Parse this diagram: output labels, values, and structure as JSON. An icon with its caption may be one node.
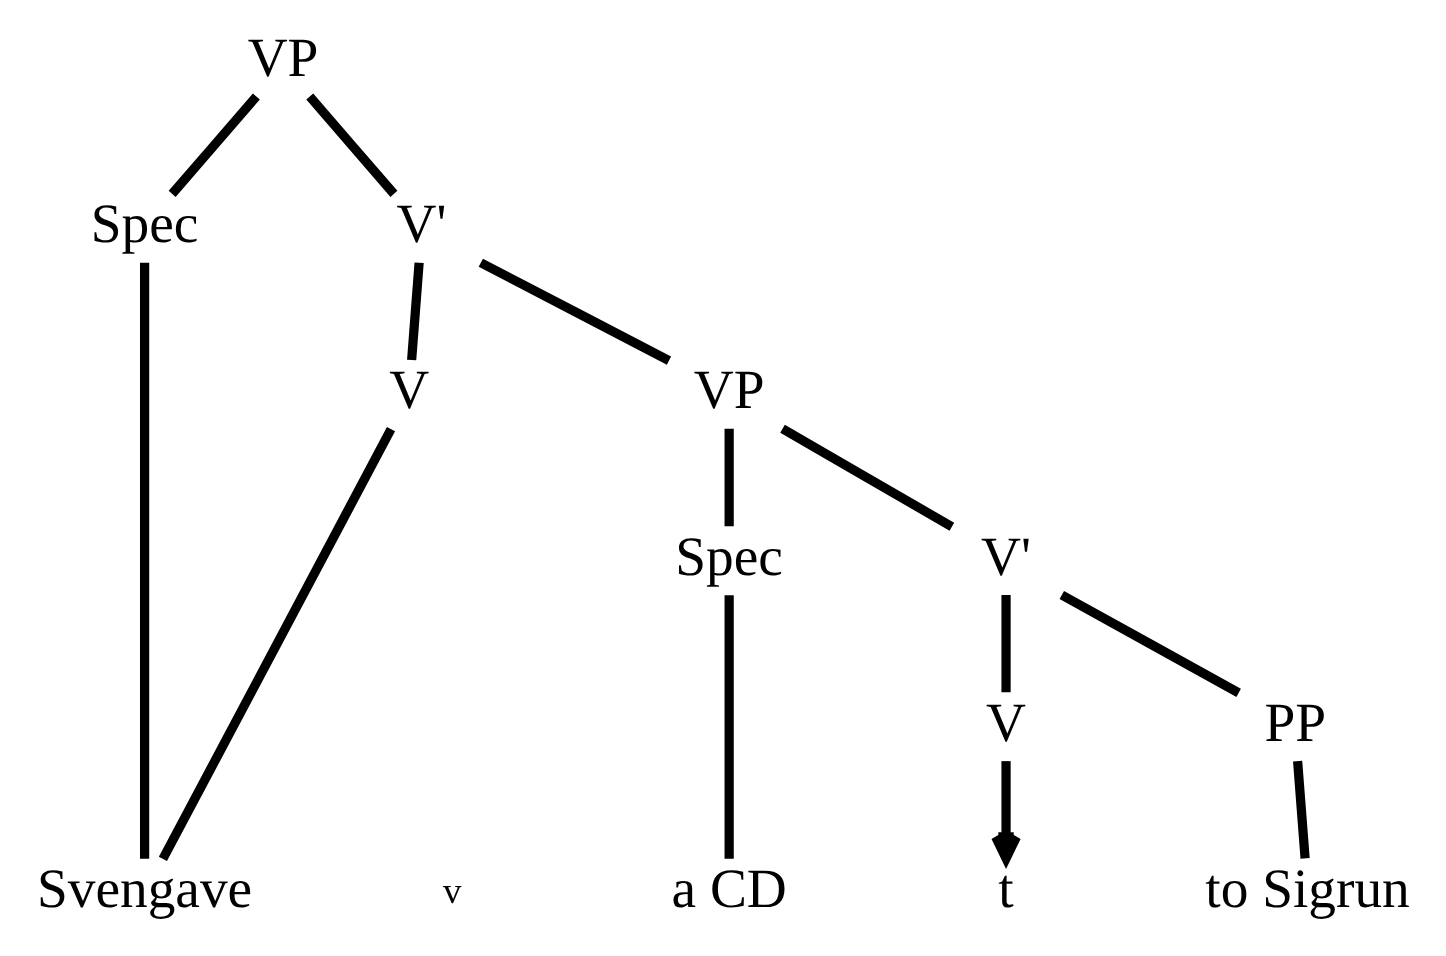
{
  "diagram": {
    "nodes": [
      {
        "text": [
          "VP"
        ]
      },
      {
        "text": [
          "Spec"
        ]
      },
      {
        "text": [
          "V'"
        ]
      },
      {
        "text": [
          "V"
        ]
      },
      {
        "text": [
          "VP"
        ]
      },
      {
        "text": [
          "Spec"
        ]
      },
      {
        "text": [
          "V'"
        ]
      },
      {
        "text": [
          "V"
        ]
      },
      {
        "text": [
          "PP"
        ]
      },
      {
        "text": [
          "Svengave"
        ]
      },
      {
        "text": [
          "a CD"
        ]
      },
      {
        "text": [
          "t"
        ]
      },
      {
        "text": [
          "to Sigrun"
        ]
      }
    ],
    "edges": [
      {
        "from": 0,
        "to": 1,
        "arrow": "none"
      },
      {
        "from": 0,
        "to": 2,
        "arrow": "none"
      },
      {
        "from": 1,
        "to": 9,
        "arrow": "none"
      },
      {
        "from": 2,
        "to": 3,
        "arrow": "none"
      },
      {
        "from": 2,
        "to": 4,
        "arrow": "none"
      },
      {
        "from": 3,
        "to": 9,
        "arrow": "none"
      },
      {
        "from": 4,
        "to": 5,
        "arrow": "none"
      },
      {
        "from": 4,
        "to": 6,
        "arrow": "none"
      },
      {
        "from": 5,
        "to": 10,
        "arrow": "none"
      },
      {
        "from": 6,
        "to": 7,
        "arrow": "none"
      },
      {
        "from": 6,
        "to": 8,
        "arrow": "none"
      },
      {
        "from": 7,
        "to": 11,
        "arrow": "to"
      },
      {
        "from": 8,
        "to": 12,
        "arrow": "none"
      }
    ],
    "labels": [
      "v"
    ]
  }
}
